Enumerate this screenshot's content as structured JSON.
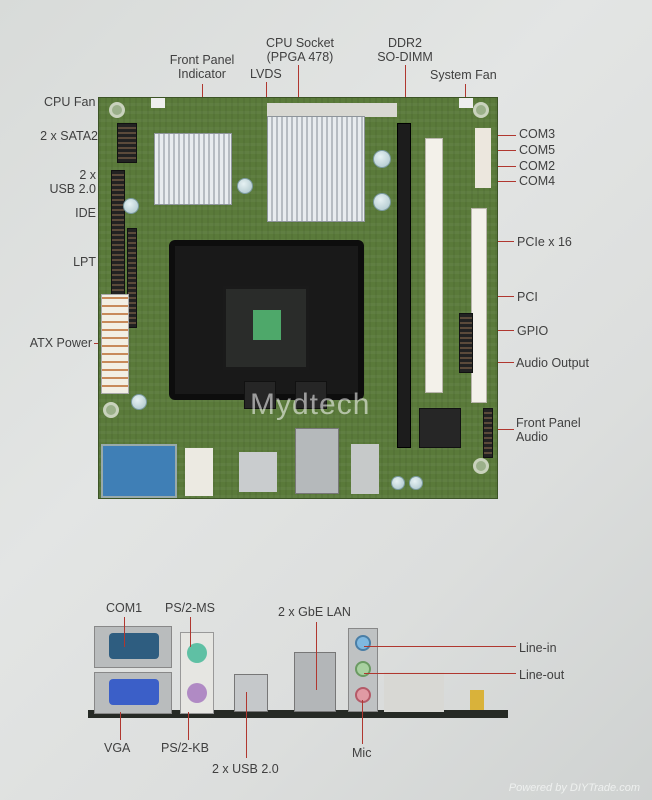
{
  "board_labels": {
    "cpu_fan": "CPU Fan",
    "front_panel_indicator_1": "Front Panel",
    "front_panel_indicator_2": "Indicator",
    "lvds": "LVDS",
    "cpu_socket_1": "CPU Socket",
    "cpu_socket_2": "(PPGA 478)",
    "ddr2_1": "DDR2",
    "ddr2_2": "SO-DIMM",
    "system_fan": "System Fan",
    "sata": "2 x SATA2",
    "usb_1": "2 x",
    "usb_2": "USB 2.0",
    "ide": "IDE",
    "lpt": "LPT",
    "atx_power": "ATX Power",
    "com3": "COM3",
    "com5": "COM5",
    "com2": "COM2",
    "com4": "COM4",
    "pcie": "PCIe x 16",
    "pci": "PCI",
    "gpio": "GPIO",
    "audio_output": "Audio Output",
    "front_panel_audio_1": "Front Panel",
    "front_panel_audio_2": "Audio"
  },
  "io_labels": {
    "com1": "COM1",
    "ps2_ms": "PS/2-MS",
    "gbe_lan": "2 x GbE LAN",
    "line_in": "Line-in",
    "line_out": "Line-out",
    "vga": "VGA",
    "ps2_kb": "PS/2-KB",
    "usb": "2 x USB 2.0",
    "mic": "Mic"
  },
  "watermark": "Mydtech",
  "footer": "Powered by DIYTrade.com",
  "colors": {
    "callout_line": "#b0372f",
    "pcb": "#5a7a3a"
  }
}
